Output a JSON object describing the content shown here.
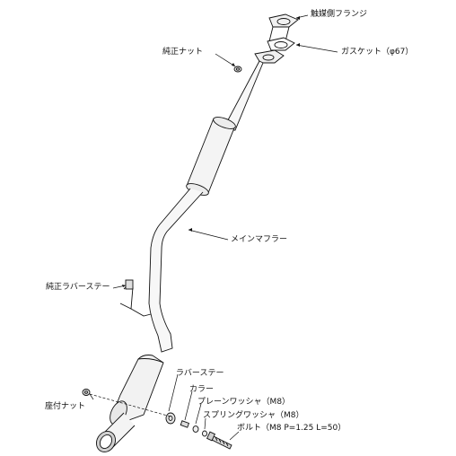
{
  "labels": {
    "cat_flange": "触媒側フランジ",
    "gasket": "ガスケット（φ67）",
    "oem_nut": "純正ナット",
    "main_muffler": "メインマフラー",
    "oem_rubber_stay": "純正ラバーステー",
    "rubber_stay": "ラバーステー",
    "collar": "カラー",
    "plain_washer": "プレーンワッシャ（M8）",
    "spring_washer": "スプリングワッシャ（M8）",
    "bolt": "ボルト（M8 P=1.25 L=50）",
    "seat_nut": "座付ナット"
  },
  "colors": {
    "line": "#111111",
    "pipe_fill": "#f4f4f4",
    "shade": "#bdbdbd"
  }
}
